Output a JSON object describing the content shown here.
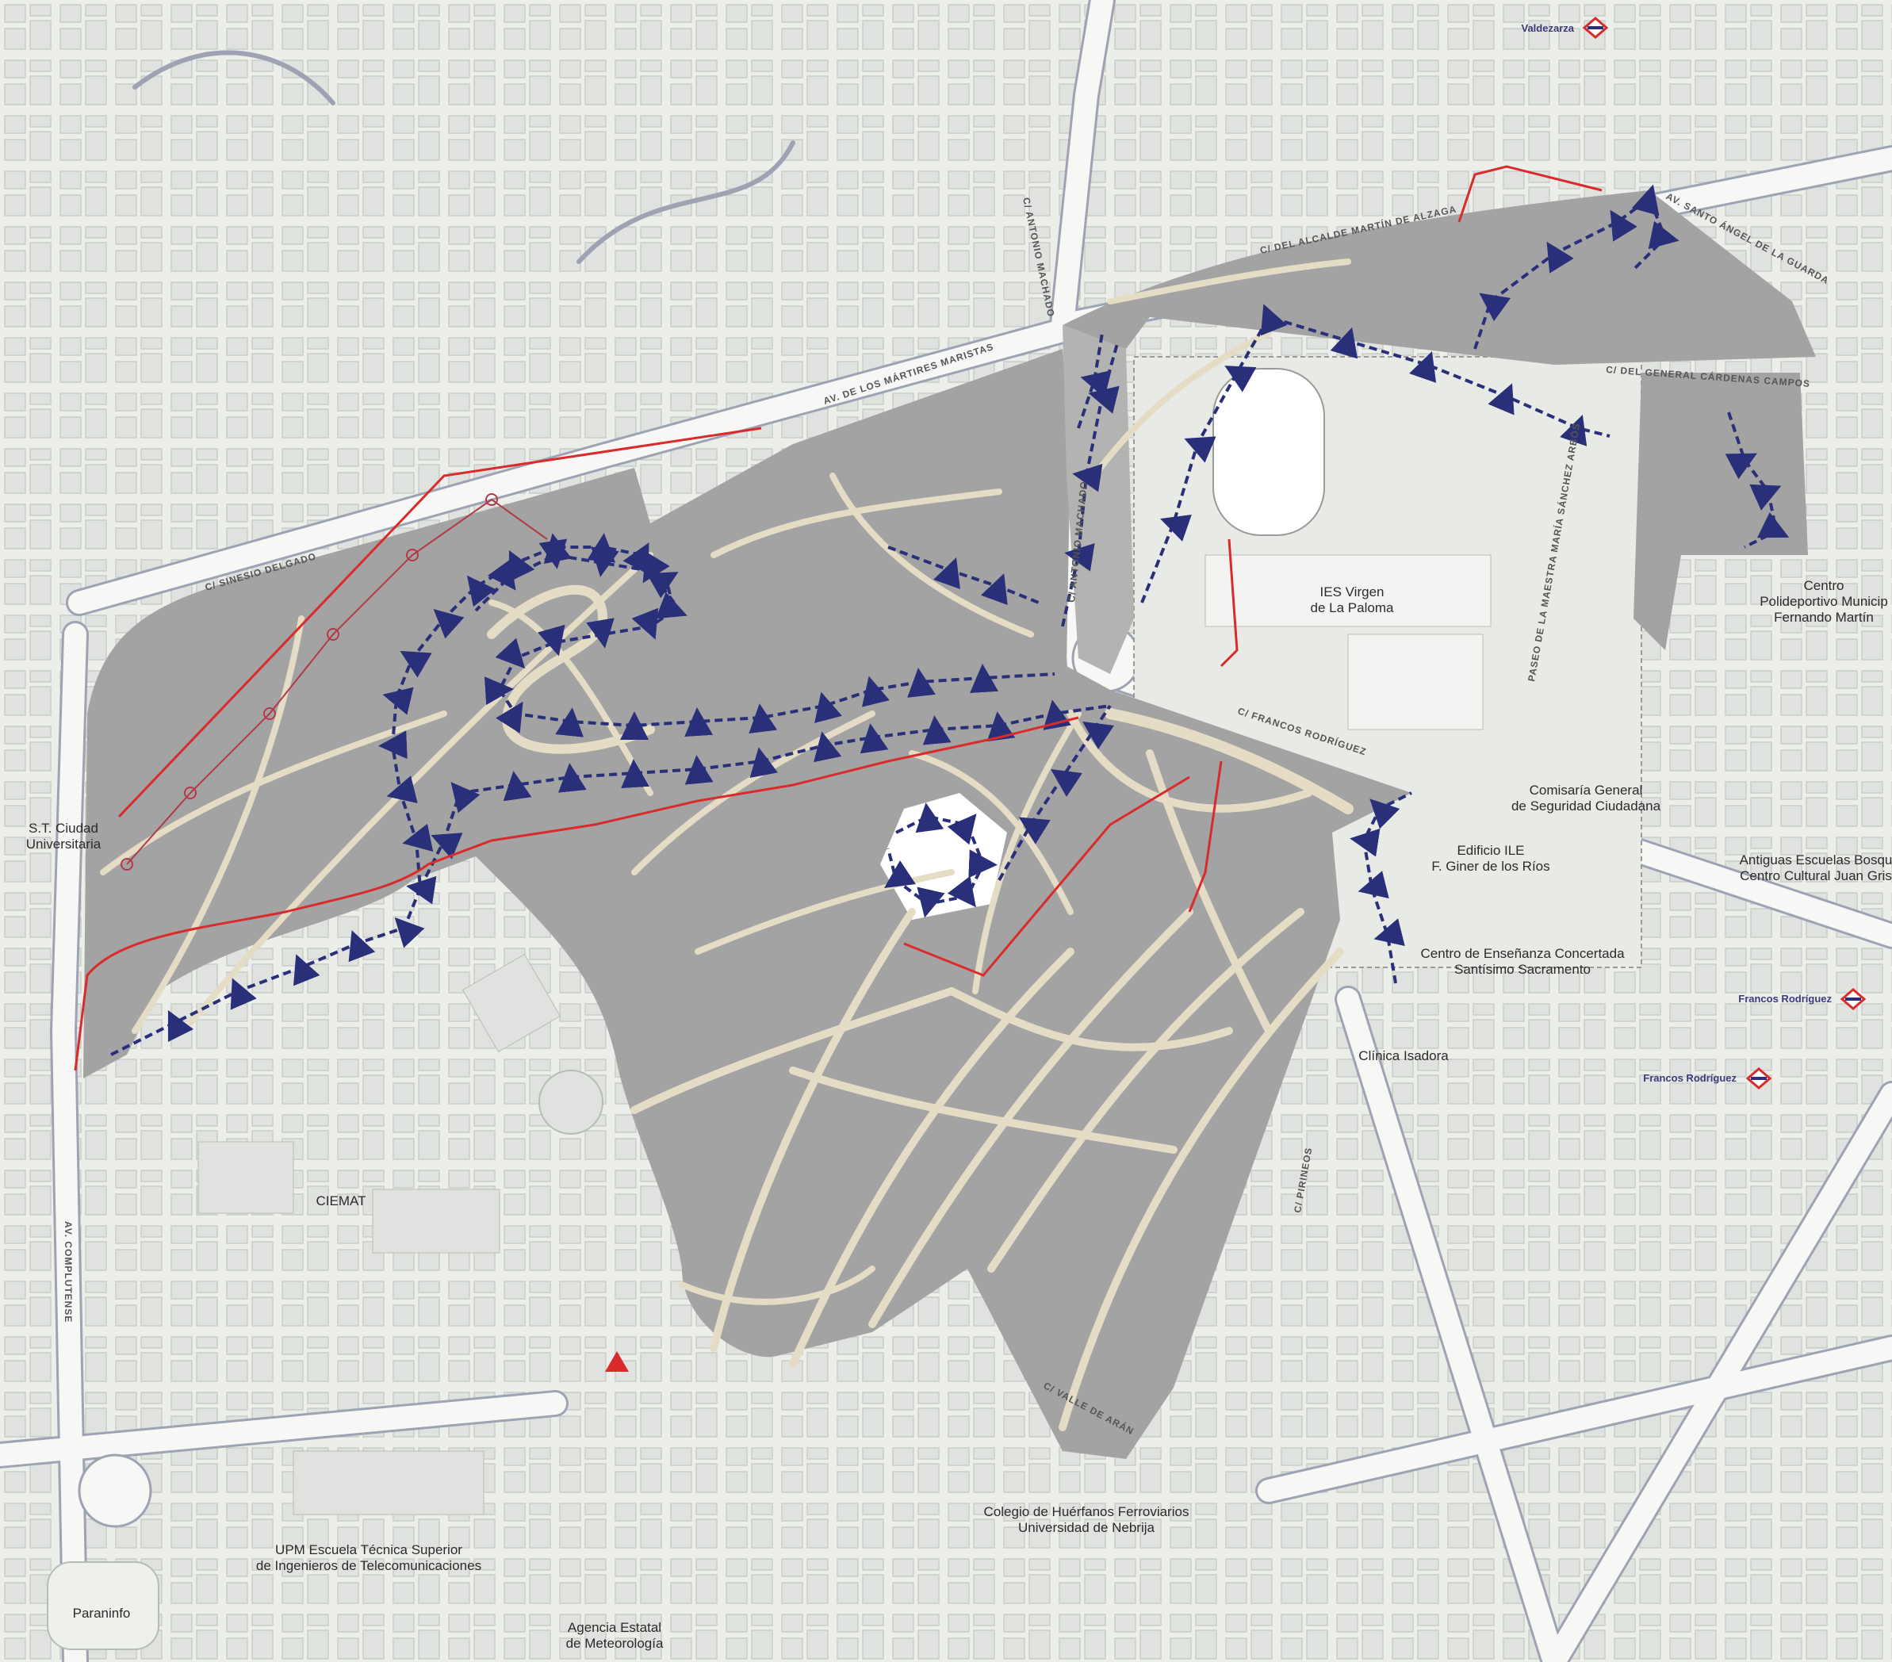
{
  "map": {
    "colors": {
      "background": "#eceeea",
      "block": "#dfe2de",
      "block_stroke": "#c9cdc8",
      "road": "#f7f8f6",
      "road_edge": "#9ea3b4",
      "park": "#a3a3a3",
      "park_dark": "#8f8f8f",
      "path": "#e5dcc6",
      "route_blue": "#2a2f7a",
      "route_red": "#d92b2b",
      "metro": "#d92b2b"
    },
    "streets": [
      {
        "id": "antonio-machado-1",
        "text": "C/ ANTONIO MACHADO"
      },
      {
        "id": "alcalde-martin",
        "text": "C/ DEL ALCALDE MARTÍN DE ALZAGA"
      },
      {
        "id": "santo-angel",
        "text": "AV. SANTO ÁNGEL DE LA GUARDA"
      },
      {
        "id": "cardenas",
        "text": "C/ DEL GENERAL CÁRDENAS CAMPOS"
      },
      {
        "id": "martires",
        "text": "AV. DE LOS MÁRTIRES MARISTAS"
      },
      {
        "id": "sinesio",
        "text": "C/ SINESIO DELGADO"
      },
      {
        "id": "antonio-machado-2",
        "text": "C/ ANTONIO MACHADO"
      },
      {
        "id": "maestra",
        "text": "PASEO DE LA MAESTRA MARÍA SÁNCHEZ ARBÓS"
      },
      {
        "id": "francos",
        "text": "C/ FRANCOS RODRÍGUEZ"
      },
      {
        "id": "pirineos",
        "text": "C/ PIRINEOS"
      },
      {
        "id": "valle",
        "text": "C/ VALLE DE ARÁN"
      },
      {
        "id": "complutense",
        "text": "AV. COMPLUTENSE"
      }
    ],
    "places": [
      {
        "id": "ies",
        "lines": [
          "IES Virgen",
          "de La Paloma"
        ]
      },
      {
        "id": "centro-poli",
        "lines": [
          "Centro",
          "Polideportivo Municip",
          "Fernando Martín"
        ]
      },
      {
        "id": "comisaria",
        "lines": [
          "Comisaría General",
          "de Seguridad Ciudadana"
        ]
      },
      {
        "id": "ile",
        "lines": [
          "Edificio ILE",
          "F. Giner de los Ríos"
        ]
      },
      {
        "id": "antiguas",
        "lines": [
          "Antiguas Escuelas Bosqu",
          "Centro Cultural Juan Gris"
        ]
      },
      {
        "id": "centro-ens",
        "lines": [
          "Centro de Enseñanza Concertada",
          "Santísimo Sacramento"
        ]
      },
      {
        "id": "clinica",
        "lines": [
          "Clínica Isadora"
        ]
      },
      {
        "id": "st-ciudad",
        "lines": [
          "S.T. Ciudad",
          "Universitaria"
        ]
      },
      {
        "id": "ciemat",
        "lines": [
          "CIEMAT"
        ]
      },
      {
        "id": "colegio",
        "lines": [
          "Colegio de Huérfanos Ferroviarios",
          "Universidad de Nebrija"
        ]
      },
      {
        "id": "upm",
        "lines": [
          "UPM Escuela Técnica Superior",
          "de Ingenieros de Telecomunicaciones"
        ]
      },
      {
        "id": "paraninfo",
        "lines": [
          "Paraninfo"
        ]
      },
      {
        "id": "aemet",
        "lines": [
          "Agencia Estatal",
          "de Meteorología"
        ]
      }
    ],
    "metro": [
      {
        "id": "valdezarza",
        "label": "Valdezarza",
        "icon": "metro-icon"
      },
      {
        "id": "francos-1",
        "label": "Francos Rodríguez",
        "icon": "metro-icon"
      },
      {
        "id": "francos-2",
        "label": "Francos Rodríguez",
        "icon": "metro-icon"
      }
    ],
    "markers": [
      {
        "id": "summit",
        "icon": "red-triangle-icon"
      }
    ]
  }
}
